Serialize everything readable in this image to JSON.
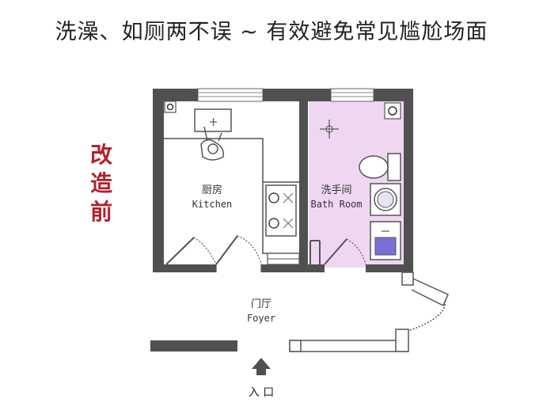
{
  "title": "洗澡、如厕两不误 ~ 有效避免常见尴尬场面",
  "side_label": [
    "改",
    "造",
    "前"
  ],
  "rooms": {
    "kitchen": {
      "zh": "厨房",
      "en": "Kitchen"
    },
    "bathroom": {
      "zh": "洗手间",
      "en": "Bath Room"
    },
    "foyer": {
      "zh": "门厅",
      "en": "Foyer"
    }
  },
  "entrance": "入 口",
  "colors": {
    "wall": "#505050",
    "bathroom_fill": "#efd7f2",
    "accent_red": "#b3202a",
    "sink_blue": "#7b6fd6"
  }
}
